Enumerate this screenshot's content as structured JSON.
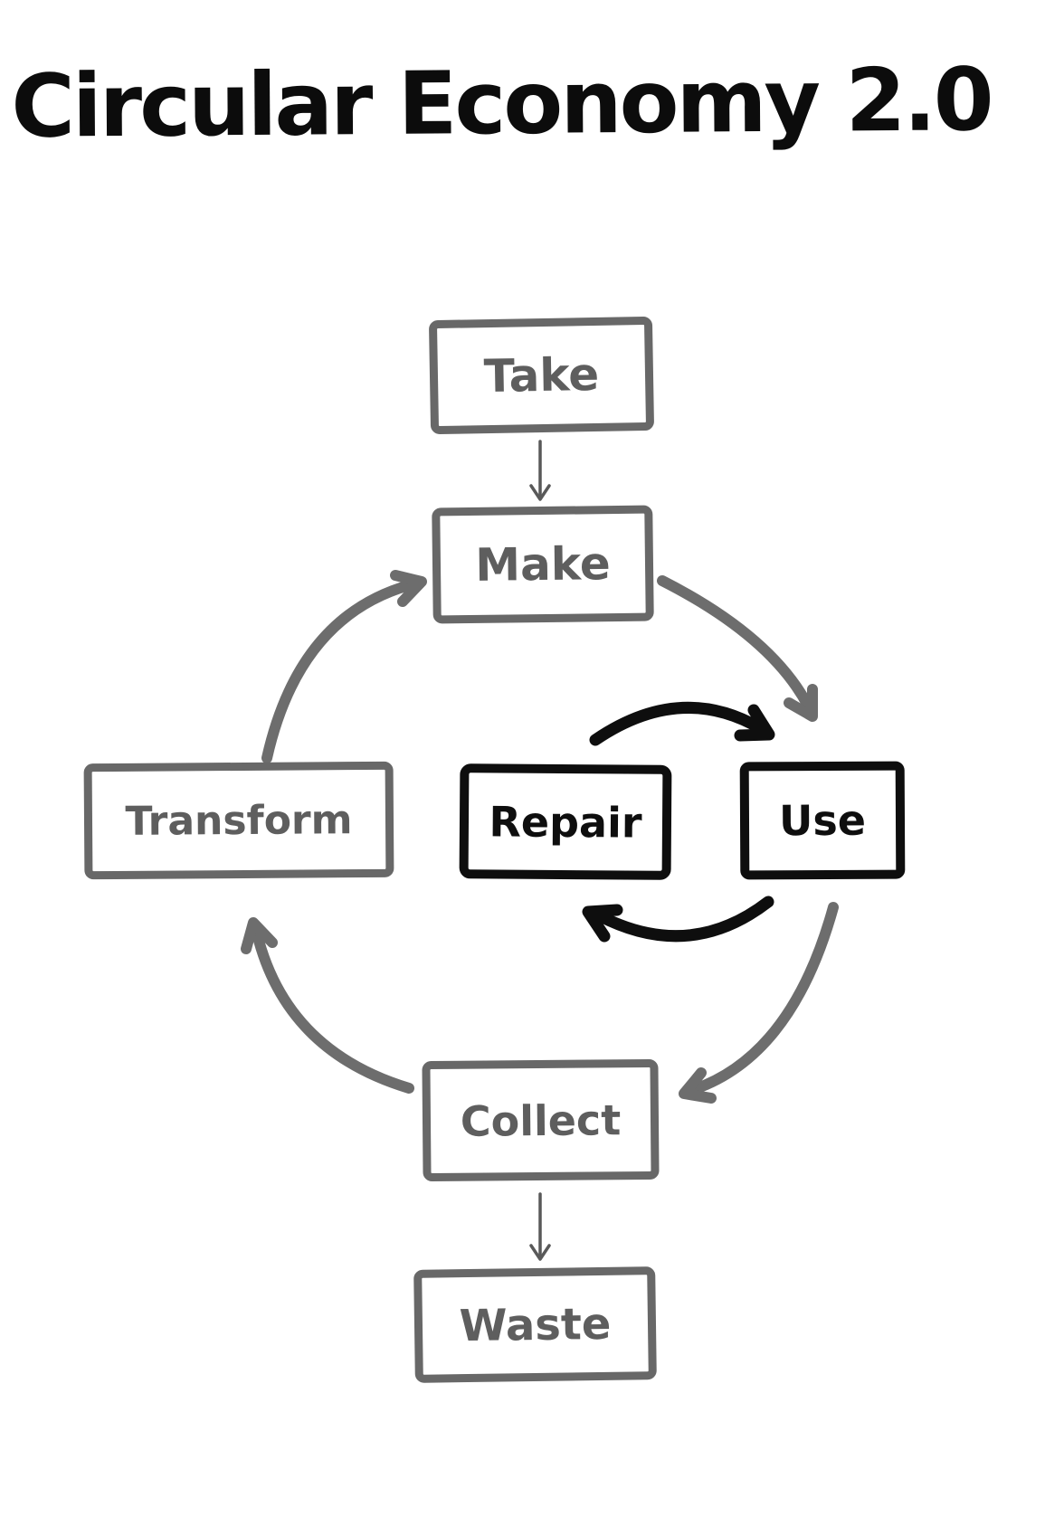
{
  "title": "Circular Economy 2.0",
  "diagram": {
    "nodes": {
      "take": {
        "label": "Take",
        "color": "#686868"
      },
      "make": {
        "label": "Make",
        "color": "#686868"
      },
      "transform": {
        "label": "Transform",
        "color": "#686868"
      },
      "repair": {
        "label": "Repair",
        "color": "#0e0e0e"
      },
      "use": {
        "label": "Use",
        "color": "#0e0e0e"
      },
      "collect": {
        "label": "Collect",
        "color": "#686868"
      },
      "waste": {
        "label": "Waste",
        "color": "#686868"
      }
    },
    "edges": [
      {
        "from": "Take",
        "to": "Make",
        "style": "thin-gray-straight"
      },
      {
        "from": "Make",
        "to": "Use",
        "style": "thick-gray-curved"
      },
      {
        "from": "Use",
        "to": "Collect",
        "style": "thick-gray-curved"
      },
      {
        "from": "Collect",
        "to": "Transform",
        "style": "thick-gray-curved"
      },
      {
        "from": "Transform",
        "to": "Make",
        "style": "thick-gray-curved"
      },
      {
        "from": "Repair",
        "to": "Use",
        "style": "thick-black-curved"
      },
      {
        "from": "Use",
        "to": "Repair",
        "style": "thick-black-curved"
      },
      {
        "from": "Collect",
        "to": "Waste",
        "style": "thin-gray-straight"
      }
    ],
    "colors": {
      "gray_ink": "#6d6d6d",
      "black_ink": "#0e0e0e",
      "thin_arrow": "#595959",
      "background": "#ffffff"
    }
  }
}
